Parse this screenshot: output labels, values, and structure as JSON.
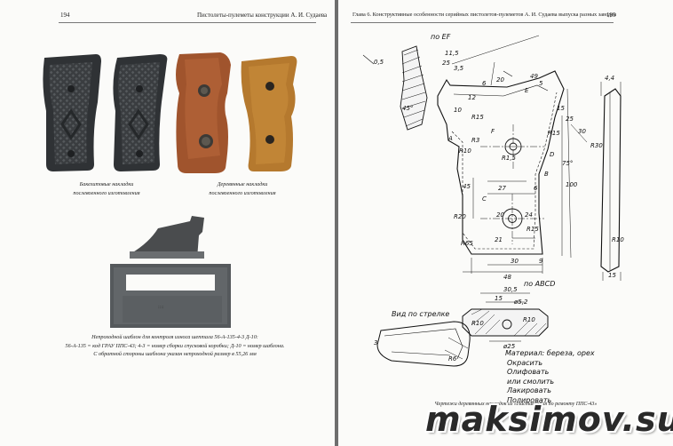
{
  "left_page": {
    "page_number": "194",
    "running_title": "Пистолеты-пулеметы конструкции А. И. Судаева",
    "caption_bakelite": [
      "Бакелитовые накладки",
      "послевоенного изготовления"
    ],
    "caption_wooden": [
      "Деревянные накладки",
      "послевоенного изготовления"
    ],
    "caption_template": [
      "Непроходной шаблон для контроля износа шептала 56-А-135-4-3 Д-10:",
      "56-А-135 = код ГРАУ ППС-43; 4-3 = номер сборки спусковой коробки; Д-10 = номер шаблона.",
      "С обратной стороны шаблона указан непроходной размер в 55,26 мм"
    ]
  },
  "right_page": {
    "running_title": "Глава 6. Конструктивные особенности серийных пистолетов-пулеметов А. И. Судаева выпуска разных заводов",
    "page_number": "195",
    "drawing_labels": {
      "po_ef": "по EF",
      "po_abcd": "по ABCD",
      "view_arrow": "Вид по стрелке",
      "dims": [
        "11,5",
        "25",
        "3,5",
        "0,5",
        "49",
        "20",
        "6",
        "E",
        "5",
        "12",
        "45°",
        "10",
        "R15",
        "15",
        "25",
        "R3",
        "F",
        "R15",
        "30",
        "R30",
        "A",
        "R10",
        "R1,5",
        "D",
        "75°",
        "B",
        "45",
        "27",
        "C",
        "6",
        "100",
        "R20",
        "20",
        "24",
        "R15",
        "R65",
        "21",
        "30",
        "9",
        "48",
        "R10",
        "15",
        "4,4",
        "30,5",
        "15",
        "ø5,2",
        "R10",
        "R10",
        "ø25",
        "3",
        "R6"
      ]
    },
    "notes": [
      "Материал: береза, орех",
      "Окрасить",
      "Олифовать",
      "или смолить",
      "Лакировать",
      "Полировать"
    ],
    "caption": "Чертежи деревянных накладок из «Наставления по ремонту ППС-43»",
    "watermark": "maksimov.su"
  }
}
